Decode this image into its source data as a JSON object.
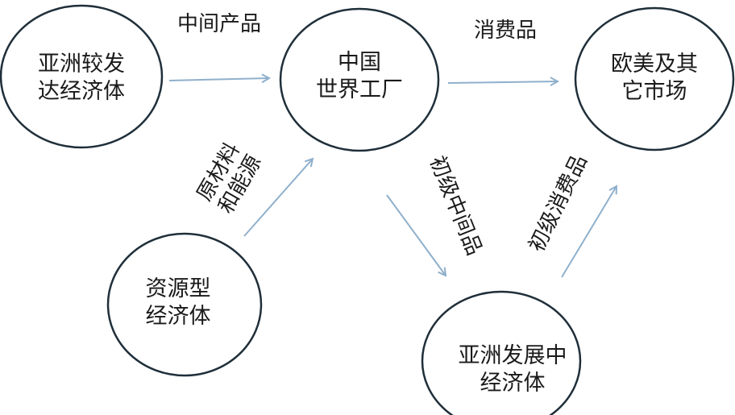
{
  "nodes": {
    "asia_developed": {
      "line1": "亚洲较发",
      "line2": "达经济体"
    },
    "china": {
      "line1": "中国",
      "line2": "世界工厂"
    },
    "western_markets": {
      "line1": "欧美及其",
      "line2": "它市场"
    },
    "resource_economies": {
      "line1": "资源型",
      "line2": "经济体"
    },
    "asia_developing": {
      "line1": "亚洲发展中",
      "line2": "经济体"
    }
  },
  "edges": {
    "intermediate_products": "中间产品",
    "consumer_goods": "消费品",
    "raw_materials": {
      "line1": "原材料",
      "line2": "和能源"
    },
    "primary_intermediate": "初级中间品",
    "primary_consumer": "初级消费品"
  },
  "colors": {
    "arrow": "#8fb0cc",
    "circle_stroke": "#1f2f3a",
    "text": "#1a1a1a"
  }
}
